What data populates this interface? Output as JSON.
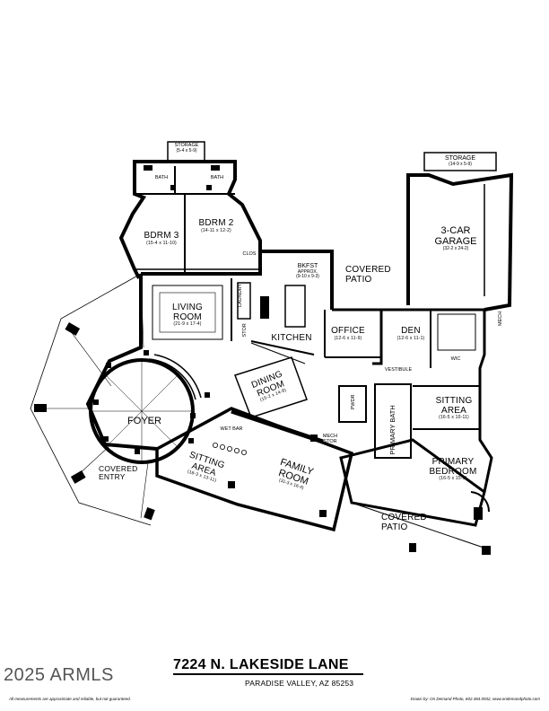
{
  "rooms": {
    "storage_top": {
      "name": "STORAGE",
      "dim": "(5-4 x 5-9)"
    },
    "bath_left": {
      "name": "BATH"
    },
    "bath_right": {
      "name": "BATH"
    },
    "bdrm3": {
      "name": "BDRM 3",
      "dim": "(15-4 x 11-10)"
    },
    "bdrm2": {
      "name": "BDRM 2",
      "dim": "(14-11 x 12-2)"
    },
    "clos": {
      "name": "CLOS"
    },
    "bkfst": {
      "name": "BKFST",
      "sub": "APPROX.",
      "dim": "(9-10 x 9-3)"
    },
    "covered_patio_top": {
      "name": "COVERED PATIO"
    },
    "storage_garage": {
      "name": "STORAGE",
      "dim": "(14-9 x 5-9)"
    },
    "garage": {
      "name": "3-CAR GARAGE",
      "dim": "(32-2 x 24-2)"
    },
    "living": {
      "name": "LIVING ROOM",
      "dim": "(21-9 x 17-4)"
    },
    "laundry": {
      "name": "LAUNDRY"
    },
    "kitchen": {
      "name": "KITCHEN"
    },
    "office": {
      "name": "OFFICE",
      "dim": "(12-6 x 11-9)"
    },
    "den": {
      "name": "DEN",
      "dim": "(12-6 x 11-1)"
    },
    "mech_right": {
      "name": "MECH"
    },
    "stor_small": {
      "name": "STOR"
    },
    "wic": {
      "name": "WIC"
    },
    "vestibule": {
      "name": "VESTIBULE"
    },
    "dining": {
      "name": "DINING ROOM",
      "dim": "(15-2 x 14-8)"
    },
    "pwdr": {
      "name": "PWDR"
    },
    "primary_bath": {
      "name": "PRIMARY BATH"
    },
    "sitting_right": {
      "name": "SITTING AREA",
      "dim": "(16-5 x 10-11)"
    },
    "foyer": {
      "name": "FOYER"
    },
    "wet_bar": {
      "name": "WET BAR"
    },
    "mech_stor": {
      "name": "MECH STOR"
    },
    "sitting_left": {
      "name": "SITTING AREA",
      "dim": "(18-3 x 13-11)"
    },
    "family": {
      "name": "FAMILY ROOM",
      "dim": "(31-3 x 16-4)"
    },
    "primary_bedroom": {
      "name": "PRIMARY BEDROOM",
      "dim": "(16-5 x 15-5)"
    },
    "covered_entry": {
      "name": "COVERED ENTRY"
    },
    "covered_patio_bottom": {
      "name": "COVERED PATIO"
    }
  },
  "address": {
    "street": "7224 N. LAKESIDE LANE",
    "city": "PARADISE VALLEY, AZ 85253"
  },
  "watermark": "2025 ARMLS",
  "footer": {
    "disclaimer": "All measurements are approximate and reliable, but not guaranteed.",
    "credit": "Drawn by: On Demand Photo, 602.384.0932, www.ondemandphoto.com"
  }
}
